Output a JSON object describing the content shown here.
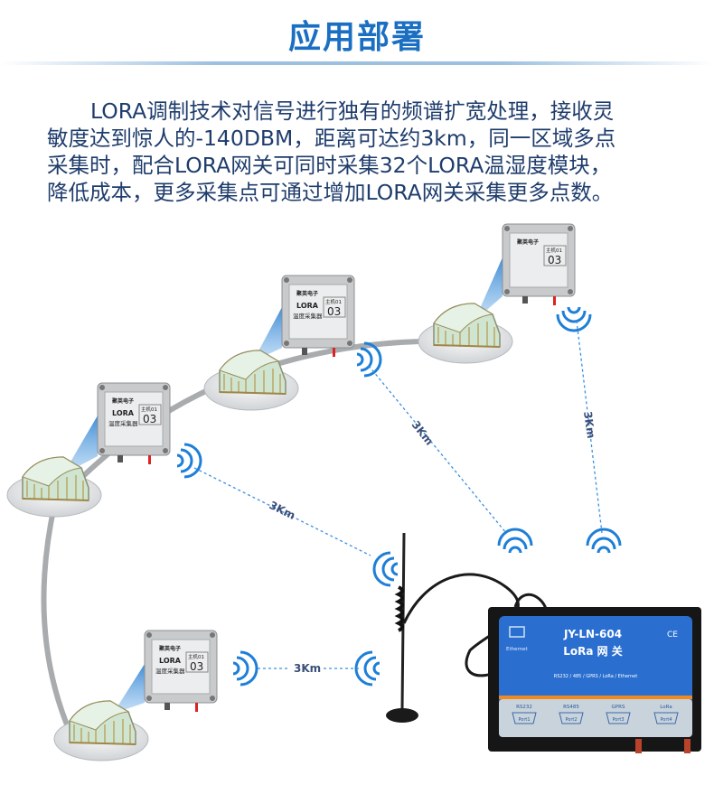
{
  "header": {
    "title": "应用部署"
  },
  "description": {
    "lines": [
      "LORA调制技术对信号进行独有的频谱扩宽处理，接收灵",
      "敏度达到惊人的-140DBM，距离可达约3km，同一区域多点",
      "采集时，配合LORA网关可同时采集32个LORA温湿度模块，",
      "降低成本，更多采集点可通过增加LORA网关采集更多点数。"
    ]
  },
  "diagram": {
    "distance_label": "3Km",
    "sensor": {
      "brand": "聚英电子",
      "model": "LORA",
      "type": "温度采集器",
      "host": "主机01",
      "number": "03"
    },
    "gateway": {
      "model": "JY-LN-604",
      "name": "LoRa 网 关",
      "protocols": "RS232 / 485 / GPRS / LoRa / Ethernet",
      "ethernet_label": "Ethernet",
      "ce_mark": "CE",
      "ports": [
        {
          "name": "RS232",
          "label": "Port1"
        },
        {
          "name": "RS485",
          "label": "Port2"
        },
        {
          "name": "GPRS",
          "label": "Port3"
        },
        {
          "name": "LoRa",
          "label": "Port4"
        }
      ]
    },
    "colors": {
      "accent": "#1b6fc2",
      "gateway_panel": "#2a6fd0",
      "signal": "#1e7fd8"
    }
  }
}
